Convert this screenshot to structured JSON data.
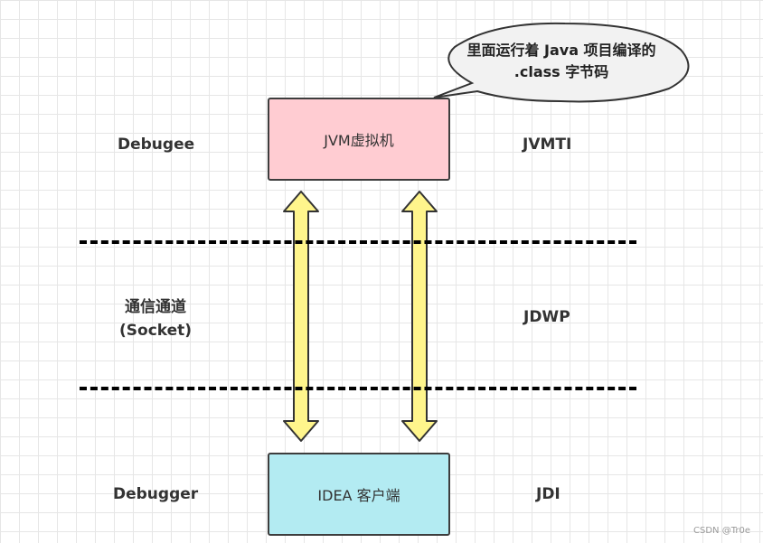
{
  "colors": {
    "jvm_fill": "#ffccd2",
    "idea_fill": "#b3ebf2",
    "arrow_fill": "#fff58c",
    "bubble_fill": "#f2f2f2"
  },
  "bubble": {
    "line1": "里面运行着 Java 项目编译的",
    "line2": ".class 字节码"
  },
  "boxes": {
    "jvm": "JVM虚拟机",
    "idea": "IDEA 客户端"
  },
  "left_labels": {
    "debugee": "Debugee",
    "channel_line1": "通信通道",
    "channel_line2": "(Socket)",
    "debugger": "Debugger"
  },
  "right_labels": {
    "jvmti": "JVMTI",
    "jdwp": "JDWP",
    "jdi": "JDI"
  },
  "watermark": "CSDN @Tr0e"
}
